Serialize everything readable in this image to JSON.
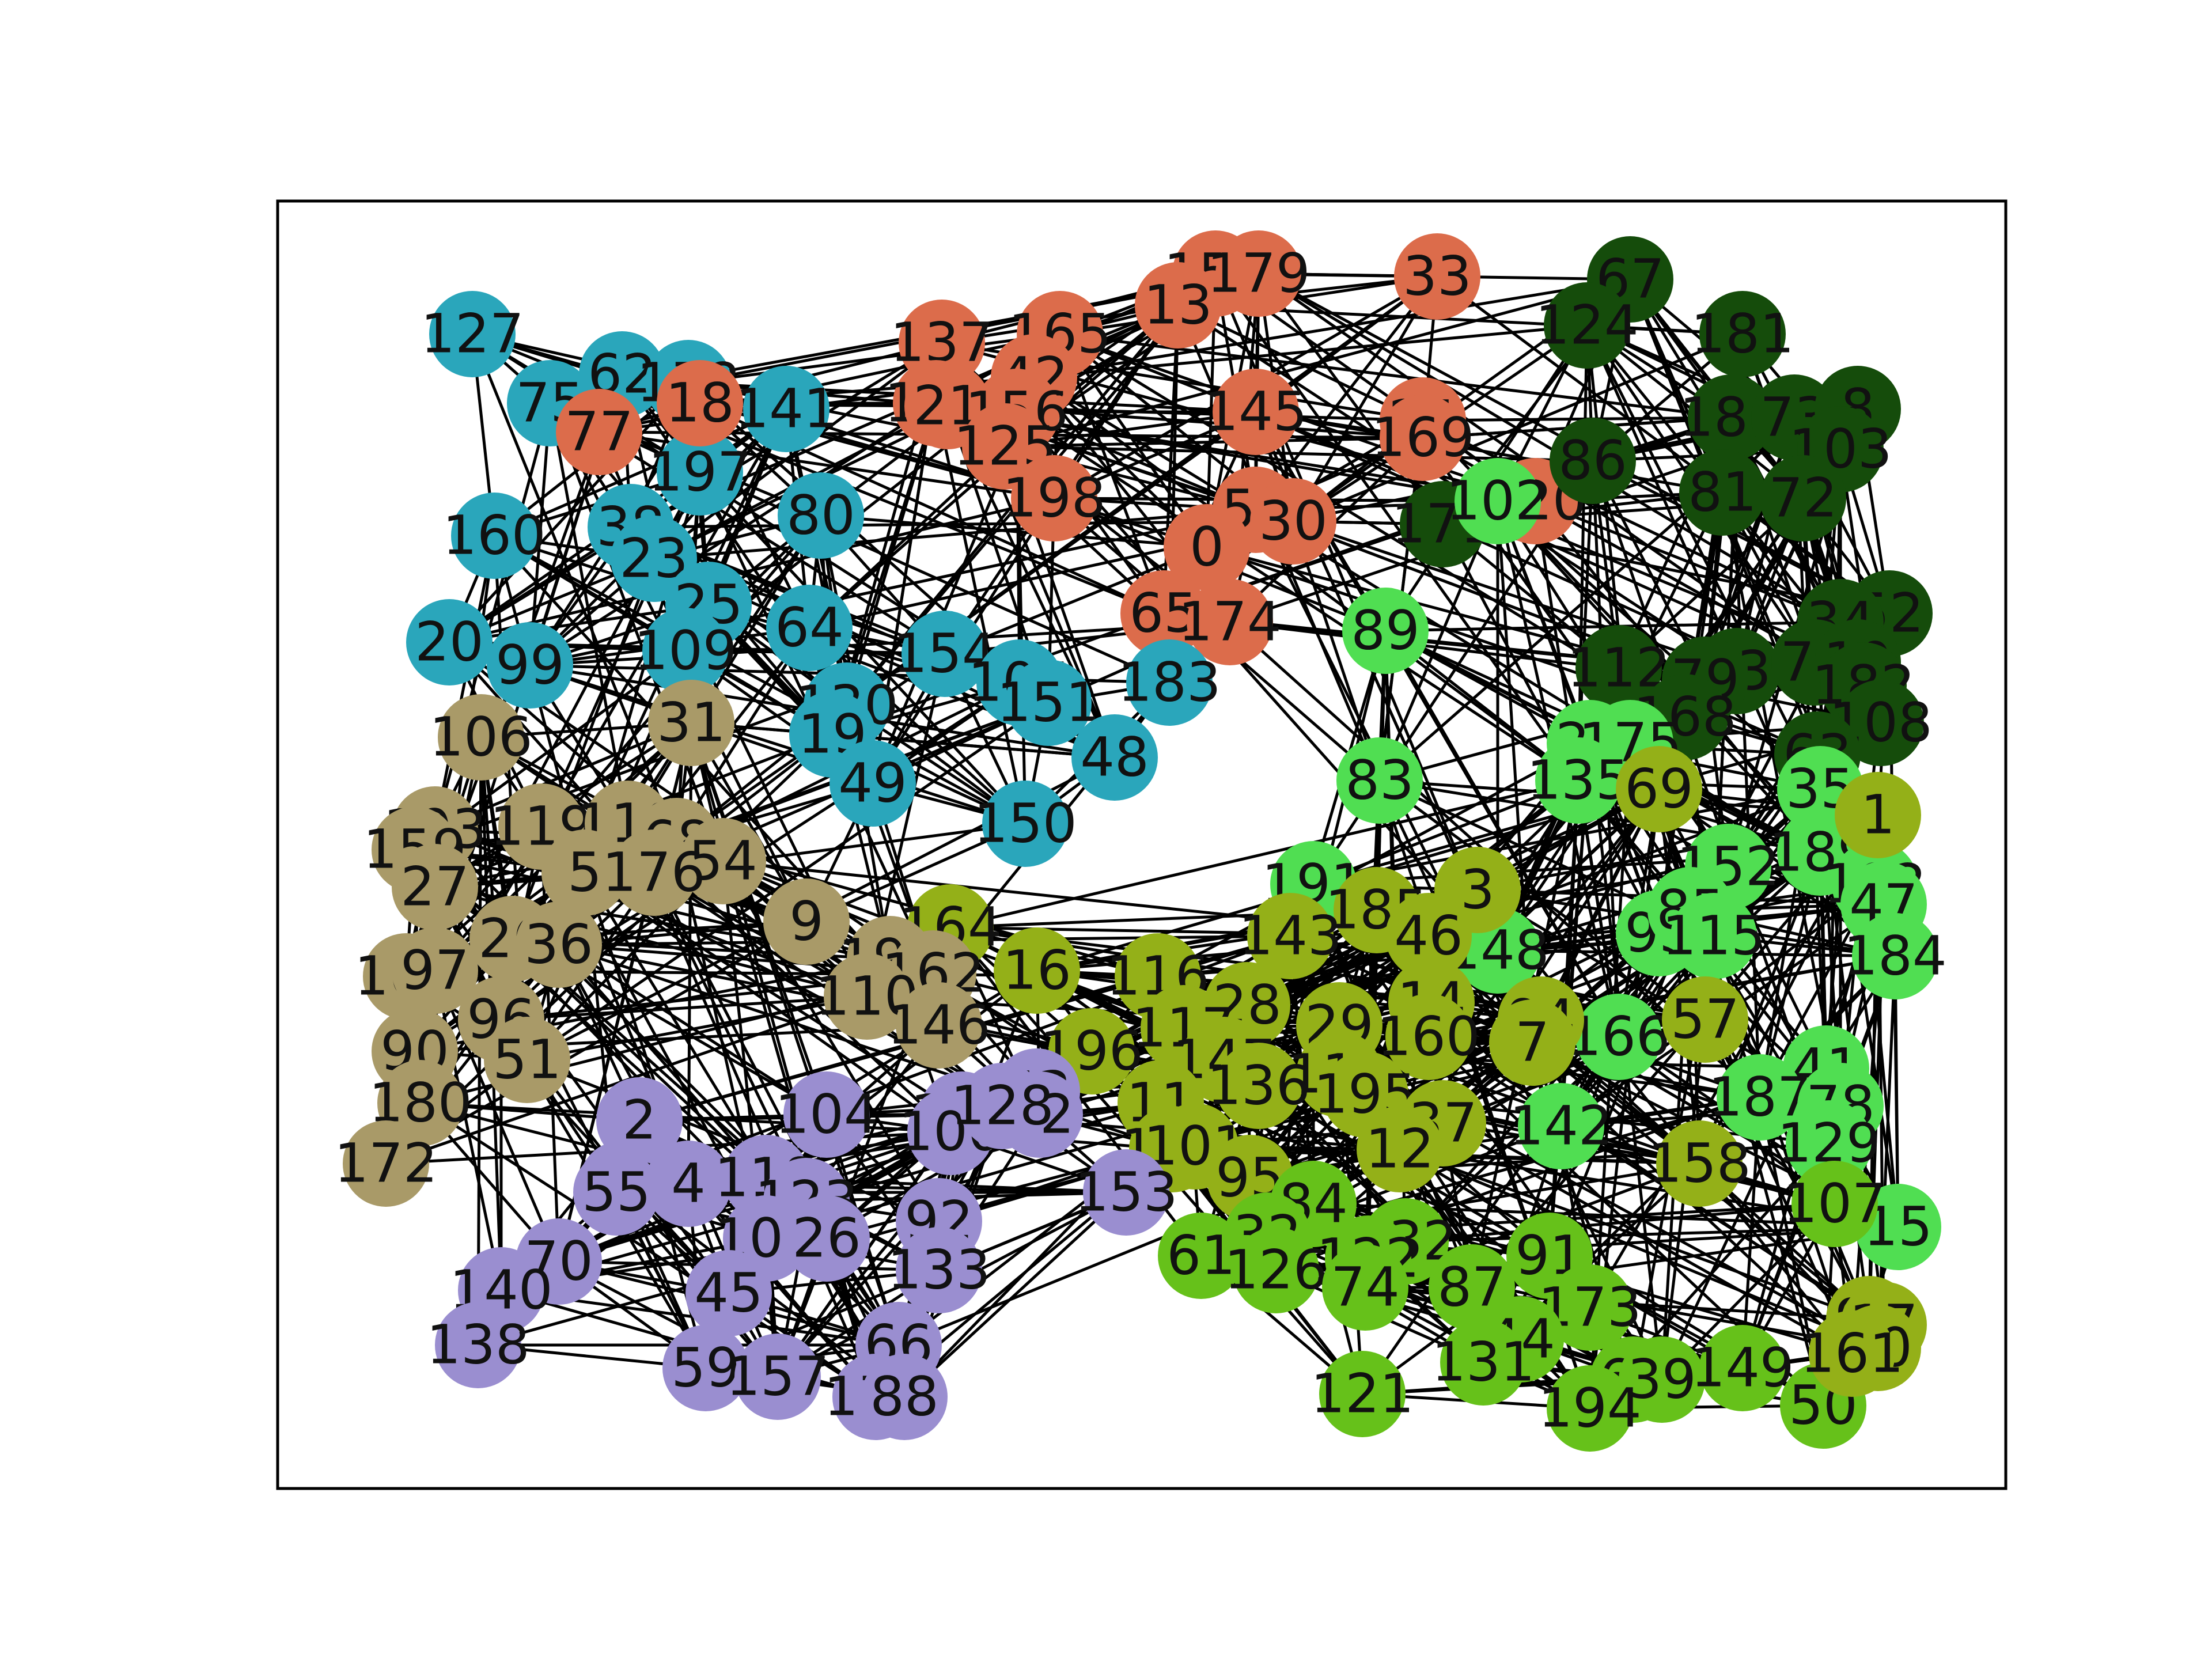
{
  "diagram": {
    "type": "network-graph",
    "frame": "plain border, no axes or ticks",
    "palette": {
      "red": "#dc6c4b",
      "cyan": "#2aa6bb",
      "darkgreen": "#154c0b",
      "lightgreen": "#50de52",
      "olive": "#94b018",
      "green": "#66c11a",
      "purple": "#9a8ed0",
      "khaki": "#a99a68"
    },
    "edge_color": "#000000",
    "nodes": [
      {
        "id": "127",
        "c": "cyan"
      },
      {
        "id": "75",
        "c": "cyan"
      },
      {
        "id": "62",
        "c": "cyan"
      },
      {
        "id": "178",
        "c": "cyan"
      },
      {
        "id": "141",
        "c": "cyan"
      },
      {
        "id": "197",
        "c": "cyan"
      },
      {
        "id": "160",
        "c": "cyan"
      },
      {
        "id": "38",
        "c": "cyan"
      },
      {
        "id": "23",
        "c": "cyan"
      },
      {
        "id": "80",
        "c": "cyan"
      },
      {
        "id": "25",
        "c": "cyan"
      },
      {
        "id": "20",
        "c": "cyan"
      },
      {
        "id": "99",
        "c": "cyan"
      },
      {
        "id": "109",
        "c": "cyan"
      },
      {
        "id": "64",
        "c": "cyan"
      },
      {
        "id": "154",
        "c": "cyan"
      },
      {
        "id": "105",
        "c": "cyan"
      },
      {
        "id": "130",
        "c": "cyan"
      },
      {
        "id": "151",
        "c": "cyan"
      },
      {
        "id": "19",
        "c": "cyan"
      },
      {
        "id": "48",
        "c": "cyan"
      },
      {
        "id": "49",
        "c": "cyan"
      },
      {
        "id": "150",
        "c": "cyan"
      },
      {
        "id": "77",
        "c": "red"
      },
      {
        "id": "18",
        "c": "red"
      },
      {
        "id": "137",
        "c": "red"
      },
      {
        "id": "165",
        "c": "red"
      },
      {
        "id": "155",
        "c": "red"
      },
      {
        "id": "13",
        "c": "red"
      },
      {
        "id": "179",
        "c": "red"
      },
      {
        "id": "33",
        "c": "red"
      },
      {
        "id": "42",
        "c": "red"
      },
      {
        "id": "139",
        "c": "red"
      },
      {
        "id": "21",
        "c": "red"
      },
      {
        "id": "156",
        "c": "red"
      },
      {
        "id": "145",
        "c": "red"
      },
      {
        "id": "125",
        "c": "red"
      },
      {
        "id": "24",
        "c": "red"
      },
      {
        "id": "169",
        "c": "red"
      },
      {
        "id": "198",
        "c": "red"
      },
      {
        "id": "58",
        "c": "red"
      },
      {
        "id": "30",
        "c": "red"
      },
      {
        "id": "0",
        "c": "red"
      },
      {
        "id": "65",
        "c": "red"
      },
      {
        "id": "174",
        "c": "red"
      },
      {
        "id": "183",
        "c": "cyan"
      },
      {
        "id": "120",
        "c": "red"
      },
      {
        "id": "67",
        "c": "darkgreen"
      },
      {
        "id": "124",
        "c": "darkgreen"
      },
      {
        "id": "181",
        "c": "darkgreen"
      },
      {
        "id": "186",
        "c": "darkgreen"
      },
      {
        "id": "73",
        "c": "darkgreen"
      },
      {
        "id": "8",
        "c": "darkgreen"
      },
      {
        "id": "103",
        "c": "darkgreen"
      },
      {
        "id": "86",
        "c": "darkgreen"
      },
      {
        "id": "81",
        "c": "darkgreen"
      },
      {
        "id": "72",
        "c": "darkgreen"
      },
      {
        "id": "171",
        "c": "darkgreen"
      },
      {
        "id": "52",
        "c": "darkgreen"
      },
      {
        "id": "34",
        "c": "darkgreen"
      },
      {
        "id": "112",
        "c": "darkgreen"
      },
      {
        "id": "43",
        "c": "darkgreen"
      },
      {
        "id": "79",
        "c": "darkgreen"
      },
      {
        "id": "71",
        "c": "darkgreen"
      },
      {
        "id": "10",
        "c": "darkgreen"
      },
      {
        "id": "182",
        "c": "darkgreen"
      },
      {
        "id": "168",
        "c": "darkgreen"
      },
      {
        "id": "108",
        "c": "darkgreen"
      },
      {
        "id": "63",
        "c": "darkgreen"
      },
      {
        "id": "102",
        "c": "lightgreen"
      },
      {
        "id": "89",
        "c": "lightgreen"
      },
      {
        "id": "22",
        "c": "lightgreen"
      },
      {
        "id": "175",
        "c": "lightgreen"
      },
      {
        "id": "83",
        "c": "lightgreen"
      },
      {
        "id": "135",
        "c": "lightgreen"
      },
      {
        "id": "35",
        "c": "lightgreen"
      },
      {
        "id": "189",
        "c": "lightgreen"
      },
      {
        "id": "152",
        "c": "lightgreen"
      },
      {
        "id": "192",
        "c": "lightgreen"
      },
      {
        "id": "47",
        "c": "lightgreen"
      },
      {
        "id": "191",
        "c": "lightgreen"
      },
      {
        "id": "93",
        "c": "lightgreen"
      },
      {
        "id": "85",
        "c": "lightgreen"
      },
      {
        "id": "115",
        "c": "lightgreen"
      },
      {
        "id": "184",
        "c": "lightgreen"
      },
      {
        "id": "148",
        "c": "lightgreen"
      },
      {
        "id": "166",
        "c": "lightgreen"
      },
      {
        "id": "41",
        "c": "lightgreen"
      },
      {
        "id": "187",
        "c": "lightgreen"
      },
      {
        "id": "78",
        "c": "lightgreen"
      },
      {
        "id": "142",
        "c": "lightgreen"
      },
      {
        "id": "129",
        "c": "lightgreen"
      },
      {
        "id": "15",
        "c": "lightgreen"
      },
      {
        "id": "69",
        "c": "olive"
      },
      {
        "id": "1",
        "c": "olive"
      },
      {
        "id": "3",
        "c": "olive"
      },
      {
        "id": "185",
        "c": "olive"
      },
      {
        "id": "46",
        "c": "olive"
      },
      {
        "id": "143",
        "c": "olive"
      },
      {
        "id": "164",
        "c": "olive"
      },
      {
        "id": "16",
        "c": "olive"
      },
      {
        "id": "116",
        "c": "olive"
      },
      {
        "id": "28",
        "c": "olive"
      },
      {
        "id": "29",
        "c": "olive"
      },
      {
        "id": "14",
        "c": "olive"
      },
      {
        "id": "94",
        "c": "olive"
      },
      {
        "id": "57",
        "c": "olive"
      },
      {
        "id": "117",
        "c": "olive"
      },
      {
        "id": "160b",
        "label": "160",
        "c": "olive"
      },
      {
        "id": "7",
        "c": "olive"
      },
      {
        "id": "196",
        "c": "olive"
      },
      {
        "id": "147",
        "c": "olive"
      },
      {
        "id": "113",
        "c": "olive"
      },
      {
        "id": "136",
        "c": "olive"
      },
      {
        "id": "195",
        "c": "olive"
      },
      {
        "id": "11",
        "c": "olive"
      },
      {
        "id": "37",
        "c": "olive"
      },
      {
        "id": "134",
        "c": "olive"
      },
      {
        "id": "101",
        "c": "olive"
      },
      {
        "id": "12",
        "c": "olive"
      },
      {
        "id": "95",
        "c": "olive"
      },
      {
        "id": "158",
        "c": "olive"
      },
      {
        "id": "107",
        "c": "green"
      },
      {
        "id": "84",
        "c": "green"
      },
      {
        "id": "32",
        "c": "green"
      },
      {
        "id": "132",
        "c": "green"
      },
      {
        "id": "61",
        "c": "green"
      },
      {
        "id": "126",
        "c": "green"
      },
      {
        "id": "122",
        "c": "green"
      },
      {
        "id": "74",
        "c": "green"
      },
      {
        "id": "91",
        "c": "green"
      },
      {
        "id": "87",
        "c": "green"
      },
      {
        "id": "173",
        "c": "green"
      },
      {
        "id": "44",
        "c": "green"
      },
      {
        "id": "131",
        "c": "green"
      },
      {
        "id": "121",
        "c": "green"
      },
      {
        "id": "60",
        "c": "green"
      },
      {
        "id": "39",
        "c": "green"
      },
      {
        "id": "149",
        "c": "green"
      },
      {
        "id": "194",
        "c": "green"
      },
      {
        "id": "50",
        "c": "green"
      },
      {
        "id": "98",
        "c": "olive"
      },
      {
        "id": "17",
        "c": "olive"
      },
      {
        "id": "40",
        "c": "olive"
      },
      {
        "id": "161",
        "c": "olive"
      },
      {
        "id": "2",
        "c": "purple"
      },
      {
        "id": "104",
        "c": "purple"
      },
      {
        "id": "170",
        "c": "purple"
      },
      {
        "id": "53",
        "c": "purple"
      },
      {
        "id": "100",
        "c": "purple"
      },
      {
        "id": "82",
        "c": "purple"
      },
      {
        "id": "128",
        "c": "purple"
      },
      {
        "id": "56",
        "c": "purple"
      },
      {
        "id": "55",
        "c": "purple"
      },
      {
        "id": "4",
        "c": "purple"
      },
      {
        "id": "118",
        "c": "purple"
      },
      {
        "id": "123",
        "c": "purple"
      },
      {
        "id": "153",
        "c": "purple"
      },
      {
        "id": "92",
        "c": "purple"
      },
      {
        "id": "106b",
        "label": "106",
        "c": "purple"
      },
      {
        "id": "26b",
        "label": "26",
        "c": "purple"
      },
      {
        "id": "70",
        "c": "purple"
      },
      {
        "id": "140",
        "c": "purple"
      },
      {
        "id": "133",
        "c": "purple"
      },
      {
        "id": "45",
        "c": "purple"
      },
      {
        "id": "138",
        "c": "purple"
      },
      {
        "id": "59",
        "c": "purple"
      },
      {
        "id": "157",
        "c": "purple"
      },
      {
        "id": "66",
        "c": "purple"
      },
      {
        "id": "177",
        "c": "purple"
      },
      {
        "id": "88",
        "c": "purple"
      },
      {
        "id": "106",
        "c": "khaki"
      },
      {
        "id": "31",
        "c": "khaki"
      },
      {
        "id": "193",
        "c": "khaki"
      },
      {
        "id": "159",
        "c": "khaki"
      },
      {
        "id": "119",
        "c": "khaki"
      },
      {
        "id": "118k",
        "label": "118",
        "c": "khaki"
      },
      {
        "id": "68",
        "c": "khaki"
      },
      {
        "id": "54",
        "c": "khaki"
      },
      {
        "id": "5",
        "c": "khaki"
      },
      {
        "id": "176",
        "c": "khaki"
      },
      {
        "id": "27",
        "c": "khaki"
      },
      {
        "id": "9",
        "c": "khaki"
      },
      {
        "id": "26",
        "c": "khaki"
      },
      {
        "id": "36",
        "c": "khaki"
      },
      {
        "id": "199",
        "c": "khaki"
      },
      {
        "id": "162",
        "c": "khaki"
      },
      {
        "id": "163",
        "c": "khaki"
      },
      {
        "id": "97",
        "c": "khaki"
      },
      {
        "id": "96",
        "c": "khaki"
      },
      {
        "id": "110",
        "c": "khaki"
      },
      {
        "id": "146",
        "c": "khaki"
      },
      {
        "id": "90",
        "c": "khaki"
      },
      {
        "id": "51",
        "c": "khaki"
      },
      {
        "id": "180",
        "c": "khaki"
      },
      {
        "id": "172",
        "c": "khaki"
      }
    ]
  }
}
